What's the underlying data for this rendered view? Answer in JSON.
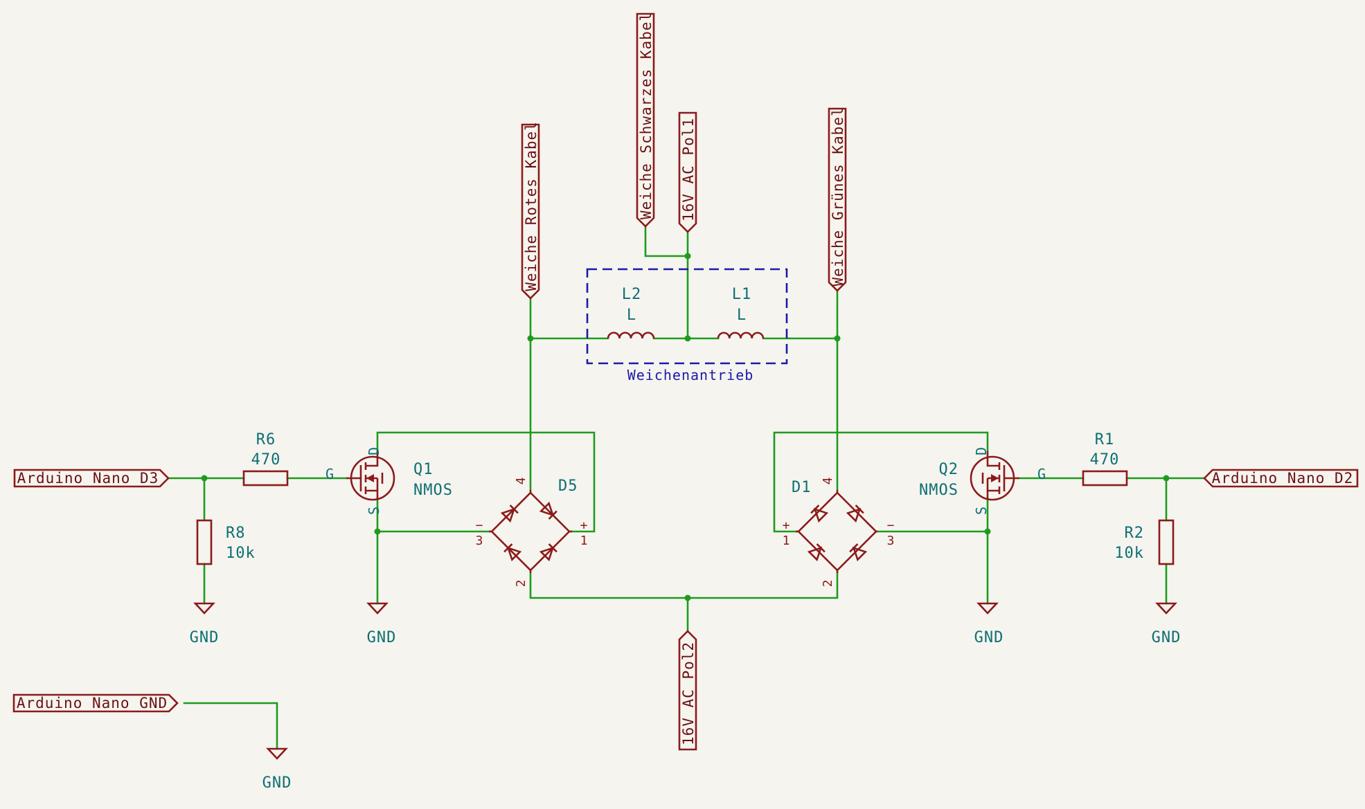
{
  "labels": {
    "weiche_rotes_kabel": "Weiche Rotes Kabel",
    "weiche_schwarzes_kabel": "Weiche Schwarzes Kabel",
    "ac_pol1": "16V AC Pol1",
    "weiche_gruenes_kabel": "Weiche Grünes Kabel",
    "ac_pol2": "16V AC Pol2",
    "arduino_d3": "Arduino Nano D3",
    "arduino_d2": "Arduino Nano D2",
    "arduino_gnd": "Arduino Nano GND"
  },
  "group": {
    "title": "Weichenantrieb"
  },
  "components": {
    "L2": {
      "ref": "L2",
      "value": "L"
    },
    "L1": {
      "ref": "L1",
      "value": "L"
    },
    "R6": {
      "ref": "R6",
      "value": "470"
    },
    "R8": {
      "ref": "R8",
      "value": "10k"
    },
    "R1": {
      "ref": "R1",
      "value": "470"
    },
    "R2": {
      "ref": "R2",
      "value": "10k"
    },
    "Q1": {
      "ref": "Q1",
      "value": "NMOS",
      "pin_g": "G",
      "pin_d": "D",
      "pin_s": "S"
    },
    "Q2": {
      "ref": "Q2",
      "value": "NMOS",
      "pin_g": "G",
      "pin_d": "D",
      "pin_s": "S"
    },
    "D5": {
      "ref": "D5",
      "pin1": "1",
      "pin2": "2",
      "pin3": "3",
      "pin4": "4",
      "plus": "+",
      "minus": "−"
    },
    "D1": {
      "ref": "D1",
      "pin1": "1",
      "pin2": "2",
      "pin3": "3",
      "pin4": "4",
      "plus": "+",
      "minus": "−"
    }
  },
  "power": {
    "gnd": "GND"
  },
  "colors": {
    "wire": "#1e9b1e",
    "component": "#8c1a1a",
    "text": "#0e6f72",
    "group": "#1a1aa8",
    "background": "#f5f4ef"
  }
}
